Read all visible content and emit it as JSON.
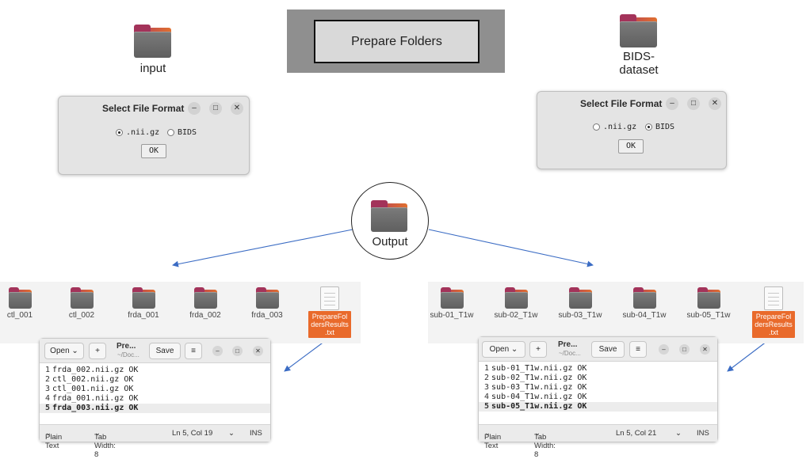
{
  "prepare_button": {
    "label": "Prepare Folders"
  },
  "input_folder": {
    "label": "input"
  },
  "bids_folder": {
    "label_line1": "BIDS-",
    "label_line2": "dataset"
  },
  "output_folder": {
    "label": "Output"
  },
  "dialog_left": {
    "title": "Select File Format",
    "minimize": "–",
    "maximize": "□",
    "close": "✕",
    "option1": ".nii.gz",
    "option2": "BIDS",
    "selected": ".nii.gz",
    "ok": "OK"
  },
  "dialog_right": {
    "title": "Select File Format",
    "minimize": "–",
    "maximize": "□",
    "close": "✕",
    "option1": ".nii.gz",
    "option2": "BIDS",
    "selected": "BIDS",
    "ok": "OK"
  },
  "left_folders": [
    "ctl_001",
    "ctl_002",
    "frda_001",
    "frda_002",
    "frda_003"
  ],
  "right_folders": [
    "sub-01_T1w",
    "sub-02_T1w",
    "sub-03_T1w",
    "sub-04_T1w",
    "sub-05_T1w"
  ],
  "results_file": {
    "line1": "PrepareFol",
    "line2": "dersResults",
    "line3": ".txt"
  },
  "editor_left": {
    "open_label": "Open",
    "new_icon": "+",
    "title": "Pre...",
    "subtitle": "~/Doc...",
    "save_label": "Save",
    "menu_icon": "≡",
    "lines": [
      "frda_002.nii.gz OK",
      "ctl_002.nii.gz OK",
      "ctl_001.nii.gz OK",
      "frda_001.nii.gz OK",
      "frda_003.nii.gz OK"
    ],
    "current_line": 5,
    "status_syntax": "Plain Text",
    "status_tab": "Tab Width: 8",
    "status_pos": "Ln 5, Col 19",
    "status_mode": "INS"
  },
  "editor_right": {
    "open_label": "Open",
    "new_icon": "+",
    "title": "Pre...",
    "subtitle": "~/Doc...",
    "save_label": "Save",
    "menu_icon": "≡",
    "lines": [
      "sub-01_T1w.nii.gz OK",
      "sub-02_T1w.nii.gz OK",
      "sub-03_T1w.nii.gz OK",
      "sub-04_T1w.nii.gz OK",
      "sub-05_T1w.nii.gz OK"
    ],
    "current_line": 5,
    "status_syntax": "Plain Text",
    "status_tab": "Tab Width: 8",
    "status_pos": "Ln 5, Col 21",
    "status_mode": "INS"
  },
  "colors": {
    "arrow": "#3b6cc4",
    "results_label_bg": "#e96a2b",
    "panel_bg": "#8f8f8f"
  }
}
